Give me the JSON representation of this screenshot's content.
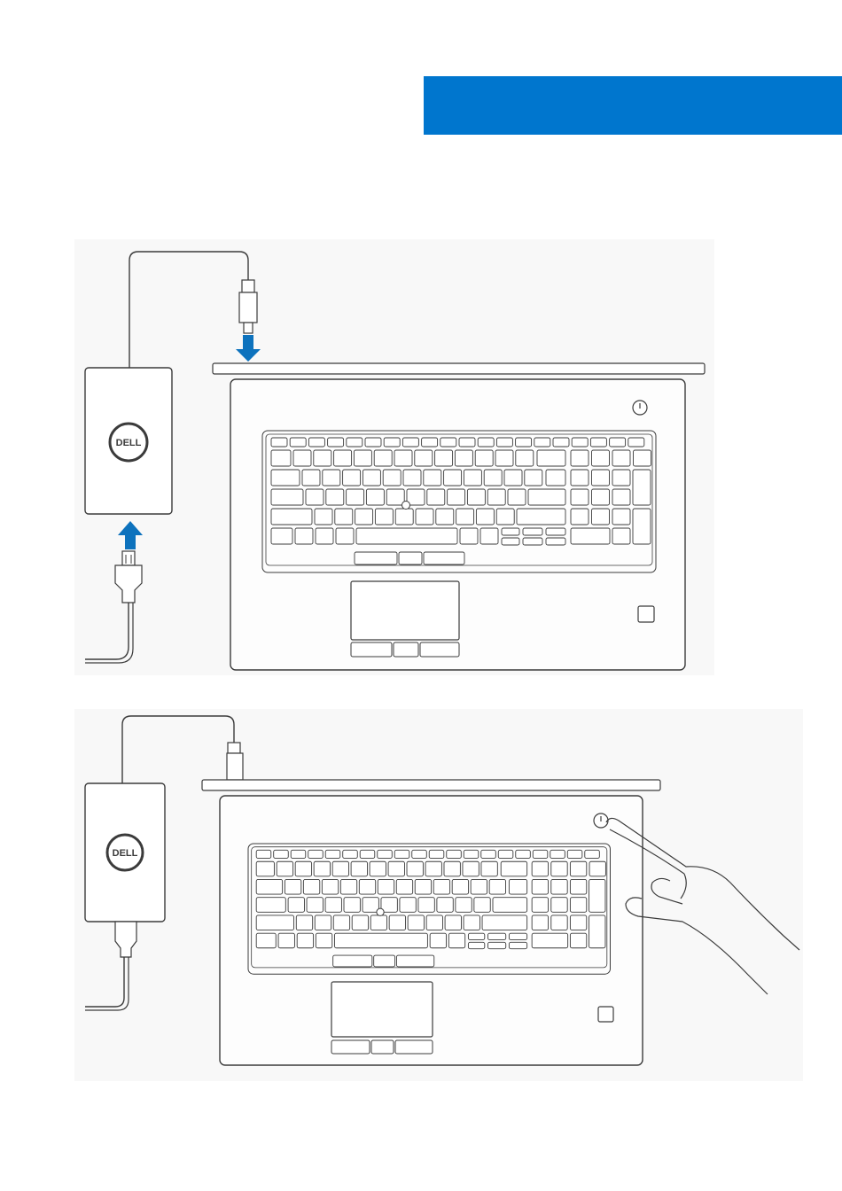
{
  "header": {
    "bar_color": "#0076ce"
  },
  "brand": {
    "logo_text": "DELL"
  },
  "colors": {
    "arrow": "#0d72bd",
    "line": "#3b3b3b",
    "laptop_fill": "#fdfdfd",
    "figure_bg": "#f7f7f7"
  },
  "figures": [
    {
      "icon": "connect-power-adapter",
      "arrows": [
        "down-arrow-into-laptop",
        "up-arrow-into-adapter"
      ]
    },
    {
      "icon": "press-power-button",
      "hand": "pointing-hand"
    }
  ]
}
